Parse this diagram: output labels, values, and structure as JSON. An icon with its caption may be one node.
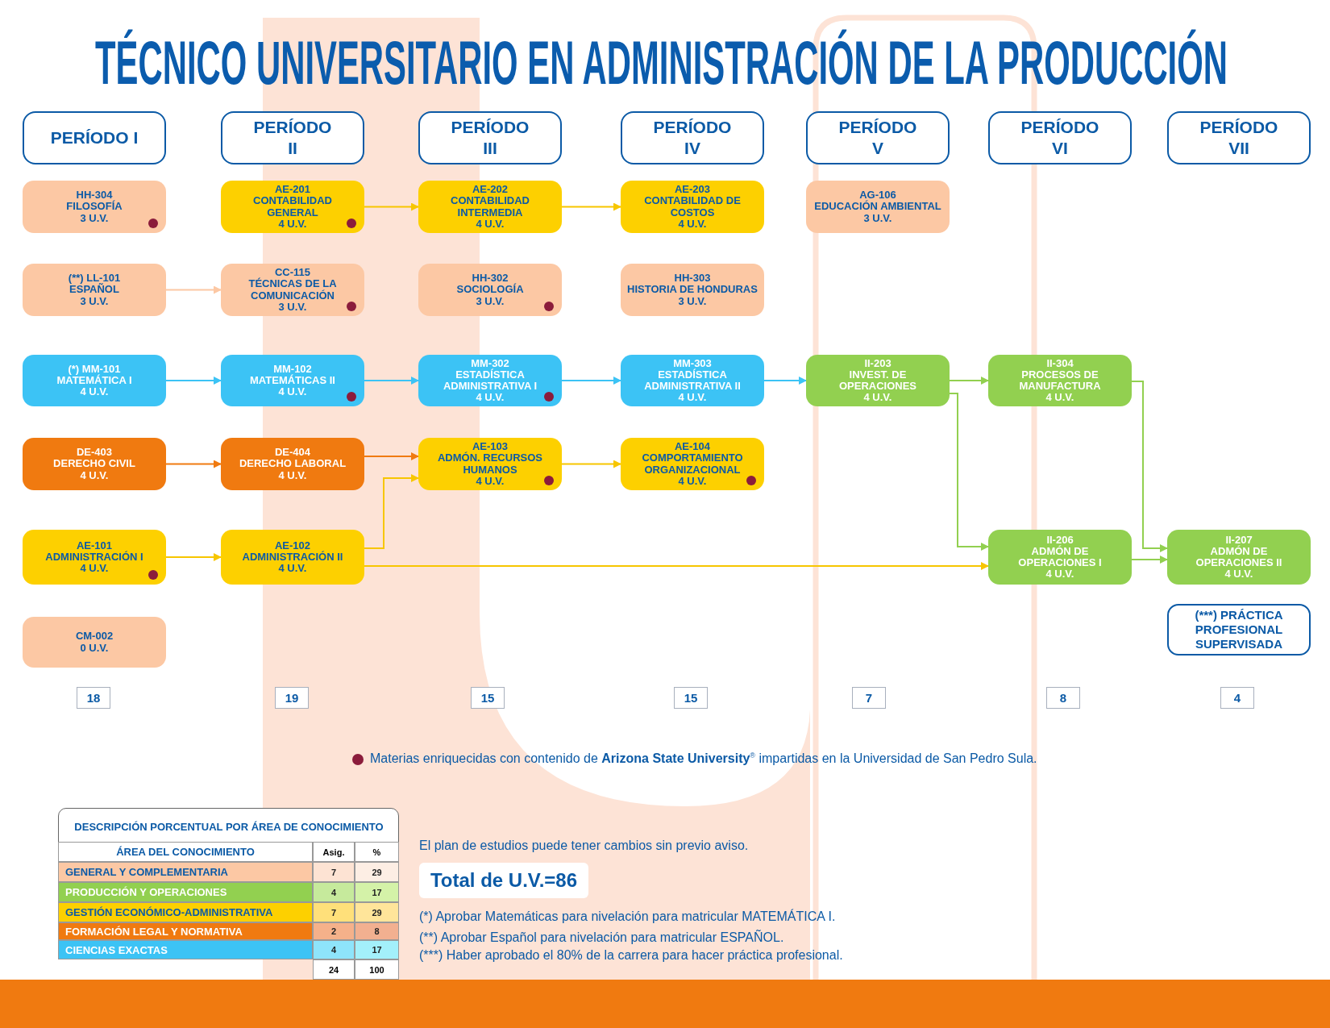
{
  "diagram": {
    "title": "TÉCNICO UNIVERSITARIO EN ADMINISTRACIÓN DE LA PRODUCCIÓN",
    "nodes": [
      {
        "text": [
          "PERÍODO I"
        ]
      },
      {
        "text": [
          "PERÍODO II"
        ]
      },
      {
        "text": [
          "PERÍODO III"
        ]
      },
      {
        "text": [
          "PERÍODO IV"
        ]
      },
      {
        "text": [
          "PERÍODO V"
        ]
      },
      {
        "text": [
          "PERÍODO VI"
        ]
      },
      {
        "text": [
          "PERÍODO VII"
        ]
      },
      {
        "text": [
          "HH-304",
          "FILOSOFÍA",
          "3 U.V."
        ]
      },
      {
        "text": [
          "AE-201",
          "CONTABILIDAD GENERAL",
          "4 U.V."
        ]
      },
      {
        "text": [
          "AE-202",
          "CONTABILIDAD INTERMEDIA",
          "4 U.V."
        ]
      },
      {
        "text": [
          "AE-203",
          "CONTABILIDAD DE COSTOS",
          "4 U.V."
        ]
      },
      {
        "text": [
          "AG-106",
          "EDUCACIÓN AMBIENTAL",
          "3 U.V."
        ]
      },
      {
        "text": [
          "(**) LL-101",
          "ESPAÑOL",
          "3 U.V."
        ]
      },
      {
        "text": [
          "CC-115",
          "TÉCNICAS DE LA COMUNICACIÓN",
          "3 U.V."
        ]
      },
      {
        "text": [
          "HH-302",
          "SOCIOLOGÍA",
          "3 U.V."
        ]
      },
      {
        "text": [
          "HH-303",
          "HISTORIA DE HONDURAS",
          "3 U.V."
        ]
      },
      {
        "text": [
          "(*) MM-101",
          "MATEMÁTICA I",
          "4 U.V."
        ]
      },
      {
        "text": [
          "MM-102",
          "MATEMÁTICAS II",
          "4 U.V."
        ]
      },
      {
        "text": [
          "MM-302",
          "ESTADÍSTICA ADMINISTRATIVA I",
          "4 U.V."
        ]
      },
      {
        "text": [
          "MM-303",
          "ESTADÍSTICA ADMINISTRATIVA II",
          "4 U.V."
        ]
      },
      {
        "text": [
          "II-203",
          "INVEST. DE OPERACIONES",
          "4 U.V."
        ]
      },
      {
        "text": [
          "II-304",
          "PROCESOS DE MANUFACTURA",
          "4 U.V."
        ]
      },
      {
        "text": [
          "DE-403",
          "DERECHO CIVIL",
          "4 U.V."
        ]
      },
      {
        "text": [
          "DE-404",
          "DERECHO LABORAL",
          "4 U.V."
        ]
      },
      {
        "text": [
          "AE-103",
          "ADMÓN. RECURSOS HUMANOS",
          "4 U.V."
        ]
      },
      {
        "text": [
          "AE-104",
          "COMPORTAMIENTO ORGANIZACIONAL",
          "4 U.V."
        ]
      },
      {
        "text": [
          "AE-101",
          "ADMINISTRACIÓN I",
          "4 U.V."
        ]
      },
      {
        "text": [
          "AE-102",
          "ADMINISTRACIÓN II",
          "4 U.V."
        ]
      },
      {
        "text": [
          "II-206",
          "ADMÓN DE OPERACIONES I",
          "4 U.V."
        ]
      },
      {
        "text": [
          "II-207",
          "ADMÓN DE OPERACIONES II",
          "4 U.V."
        ]
      },
      {
        "text": [
          "CM-002",
          "0 U.V."
        ]
      },
      {
        "text": [
          "(***) PRÁCTICA PROFESIONAL SUPERVISADA"
        ]
      }
    ],
    "edges": [
      {
        "from": 8,
        "to": 9,
        "arrow": "to"
      },
      {
        "from": 9,
        "to": 10,
        "arrow": "to"
      },
      {
        "from": 12,
        "to": 13,
        "arrow": "to",
        "color": "#fcc8a4"
      },
      {
        "from": 16,
        "to": 17,
        "arrow": "to",
        "color": "#3cc3f5"
      },
      {
        "from": 17,
        "to": 18,
        "arrow": "to",
        "color": "#3cc3f5"
      },
      {
        "from": 18,
        "to": 19,
        "arrow": "to",
        "color": "#3cc3f5"
      },
      {
        "from": 19,
        "to": 20,
        "arrow": "to",
        "color": "#3cc3f5"
      },
      {
        "from": 20,
        "to": 21,
        "arrow": "to",
        "color": "#92d050"
      },
      {
        "from": 20,
        "to": 28,
        "arrow": "to",
        "color": "#92d050"
      },
      {
        "from": 21,
        "to": 29,
        "arrow": "to",
        "color": "#92d050"
      },
      {
        "from": 28,
        "to": 29,
        "arrow": "to",
        "color": "#92d050"
      },
      {
        "from": 22,
        "to": 23,
        "arrow": "to",
        "color": "#f07a10"
      },
      {
        "from": 23,
        "to": 24,
        "arrow": "to",
        "color": "#f07a10"
      },
      {
        "from": 24,
        "to": 25,
        "arrow": "to"
      },
      {
        "from": 26,
        "to": 27,
        "arrow": "to"
      },
      {
        "from": 27,
        "to": 24,
        "arrow": "to"
      },
      {
        "from": 27,
        "to": 28,
        "arrow": "to"
      }
    ],
    "labels": [
      "18",
      "19",
      "15",
      "15",
      "7",
      "8",
      "4",
      "DESCRIPCIÓN PORCENTUAL POR ÁREA DE CONOCIMIENTO",
      "ÁREA DEL CONOCIMIENTO",
      "Asig.",
      "%",
      "GENERAL Y COMPLEMENTARIA",
      "7",
      "29",
      "PRODUCCIÓN Y OPERACIONES",
      "4",
      "17",
      "GESTIÓN ECONÓMICO-ADMINISTRATIVA",
      "7",
      "29",
      "FORMACIÓN LEGAL Y NORMATIVA",
      "2",
      "8",
      "CIENCIAS EXACTAS",
      "4",
      "17",
      "24",
      "100",
      "El plan de estudios puede tener cambios sin previo aviso.",
      "Total de U.V.=86",
      "(*) Aprobar Matemáticas para nivelación para matricular MATEMÁTICA I.",
      "(**) Aprobar Español para nivelación para matricular ESPAÑOL.",
      "(***) Haber aprobado el 80% de la carrera para hacer práctica profesional."
    ],
    "legend": [
      {
        "text": "Materias enriquecidas con contenido de **Arizona State University**$^{®}$ impartidas en la Universidad de San Pedro Sula.",
        "color": "#8b1c3b"
      }
    ]
  }
}
